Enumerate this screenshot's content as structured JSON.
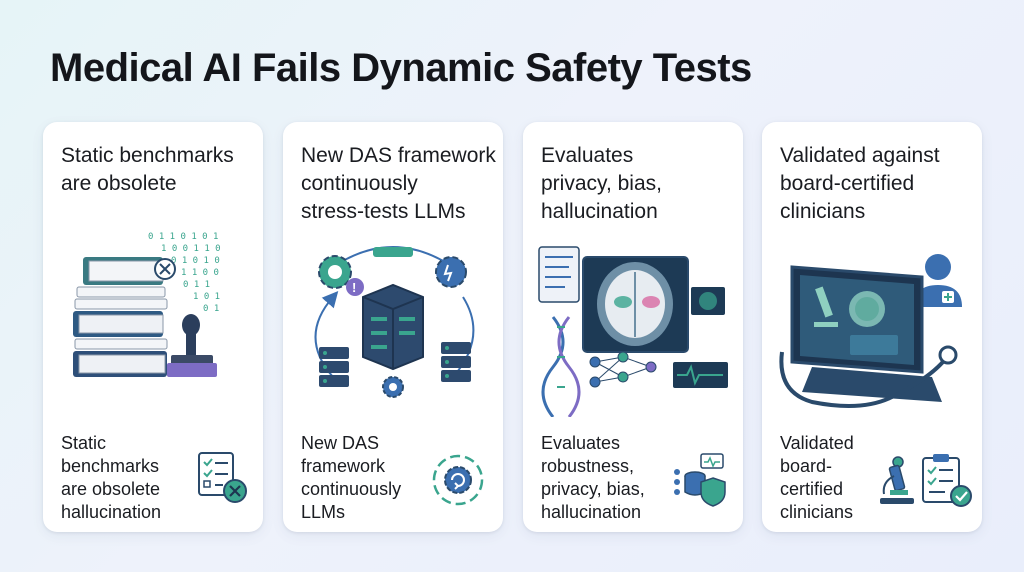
{
  "title": "Medical AI Fails Dynamic Safety Tests",
  "cards": [
    {
      "title": "Static benchmarks\nare obsolete",
      "text": "Static\nbenchmarks\nare obsolete\nhallucination"
    },
    {
      "title": "New DAS framework\ncontinuously\nstress-tests LLMs",
      "text": "New DAS\nframework\ncontinuously\nLLMs"
    },
    {
      "title": "Evaluates\nprivacy, bias,\nhallucination",
      "text": "Evaluates\nrobustness,\nprivacy, bias,\nhallucination"
    },
    {
      "title": "Validated against\nboard-certified\nclinicians",
      "text": "Validated\nboard-\ncertified\nclinicians"
    }
  ],
  "colors": {
    "navy": "#2a4a6b",
    "teal": "#3aa58e",
    "blue": "#3b6fb0",
    "accent_purple": "#7d6cc4",
    "alert_red": "#e05a5a"
  },
  "icons": [
    "document-stack-icon",
    "stamp-icon",
    "binary-code-icon",
    "checklist-reject-icon",
    "server-icon",
    "gear-icon",
    "warning-icon",
    "refresh-gear-icon",
    "brain-scan-icon",
    "dna-icon",
    "neural-network-icon",
    "database-shield-icon",
    "tablet-icon",
    "microscope-icon",
    "doctor-icon",
    "stethoscope-icon",
    "clipboard-check-icon"
  ]
}
